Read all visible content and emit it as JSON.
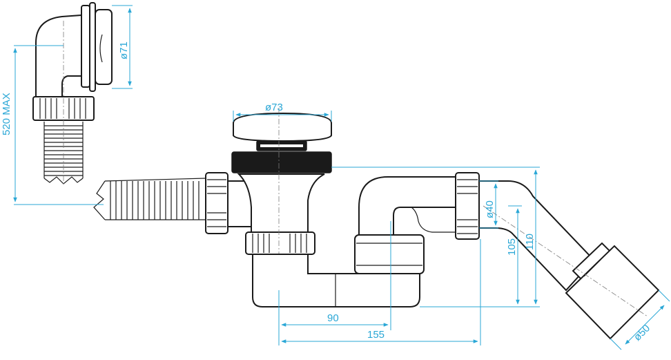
{
  "diagram": {
    "dimensions": {
      "total_length_label": "520 MAX",
      "overflow_diameter": "ø71",
      "plug_diameter": "ø73",
      "outlet_small_diameter": "ø40",
      "outlet_large_diameter": "ø50",
      "height_105": "105",
      "height_110": "110",
      "offset_90": "90",
      "offset_155": "155"
    },
    "colors": {
      "dimension_line": "#2aa7d6",
      "outline": "#1a1a1a"
    }
  }
}
